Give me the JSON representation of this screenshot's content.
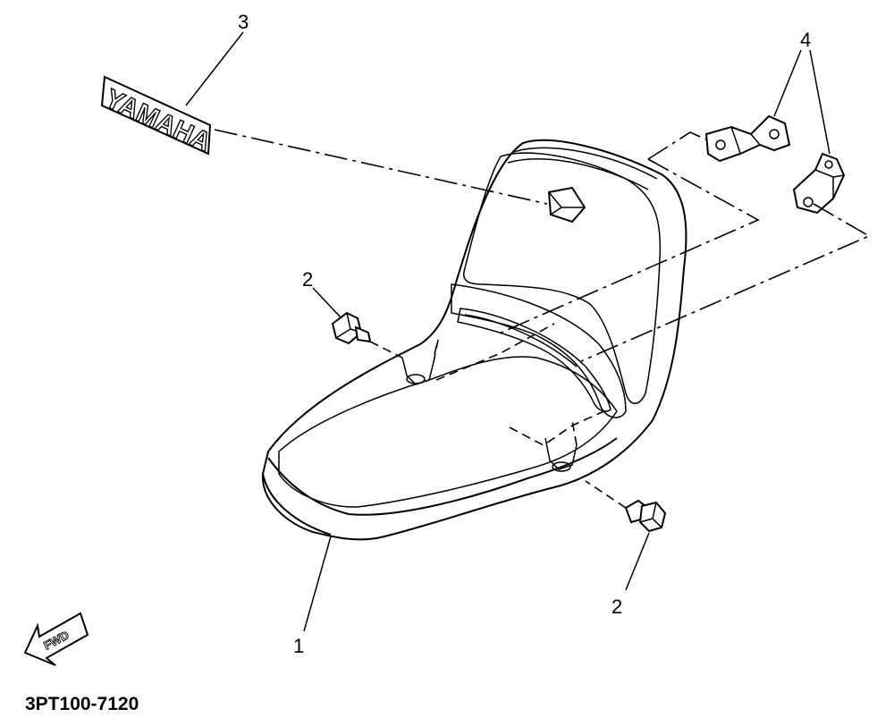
{
  "diagram": {
    "part_code": "3PT100-7120",
    "callouts": [
      {
        "id": "seat",
        "number": "1"
      },
      {
        "id": "bolt-left",
        "number": "2"
      },
      {
        "id": "bolt-right",
        "number": "2"
      },
      {
        "id": "emblem",
        "number": "3"
      },
      {
        "id": "brackets",
        "number": "4"
      }
    ],
    "emblem_text": "YAMAHA",
    "fwd_label": "FWD"
  }
}
